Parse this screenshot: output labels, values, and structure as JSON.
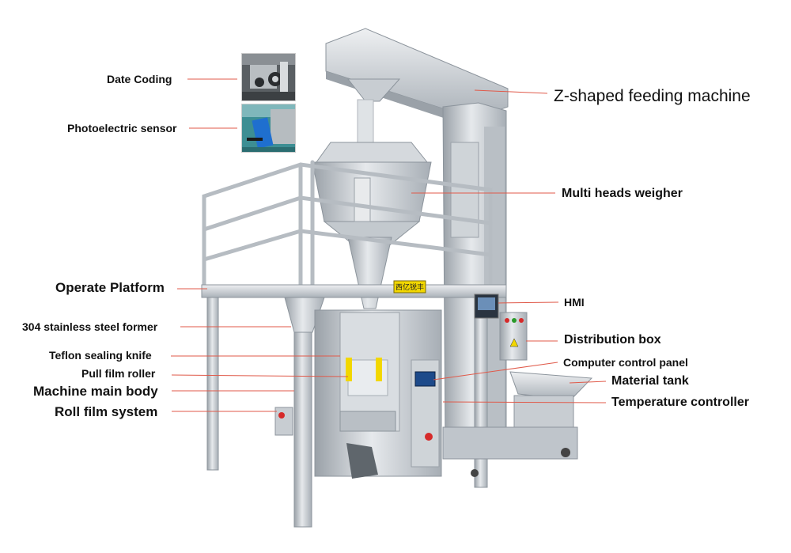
{
  "colors": {
    "leader_line": "#e05a4a",
    "steel_light": "#e9ecef",
    "steel_mid": "#bfc5cb",
    "steel_dark": "#8c949c",
    "background": "#ffffff"
  },
  "labels": {
    "date_coding": "Date Coding",
    "photoelectric_sensor": "Photoelectric sensor",
    "z_feeder": "Z-shaped feeding machine",
    "multi_heads_weigher": "Multi heads weigher",
    "operate_platform": "Operate Platform",
    "hmi": "HMI",
    "former": "304 stainless steel former",
    "distribution_box": "Distribution box",
    "teflon_knife": "Teflon sealing knife",
    "computer_panel": "Computer control panel",
    "pull_film_roller": "Pull film roller",
    "material_tank": "Material tank",
    "main_body": "Machine main body",
    "temp_controller": "Temperature controller",
    "roll_film": "Roll film system"
  },
  "sign_text": "西亿锐丰",
  "icons": [
    "date-coding-photo",
    "photoelectric-sensor-photo"
  ]
}
